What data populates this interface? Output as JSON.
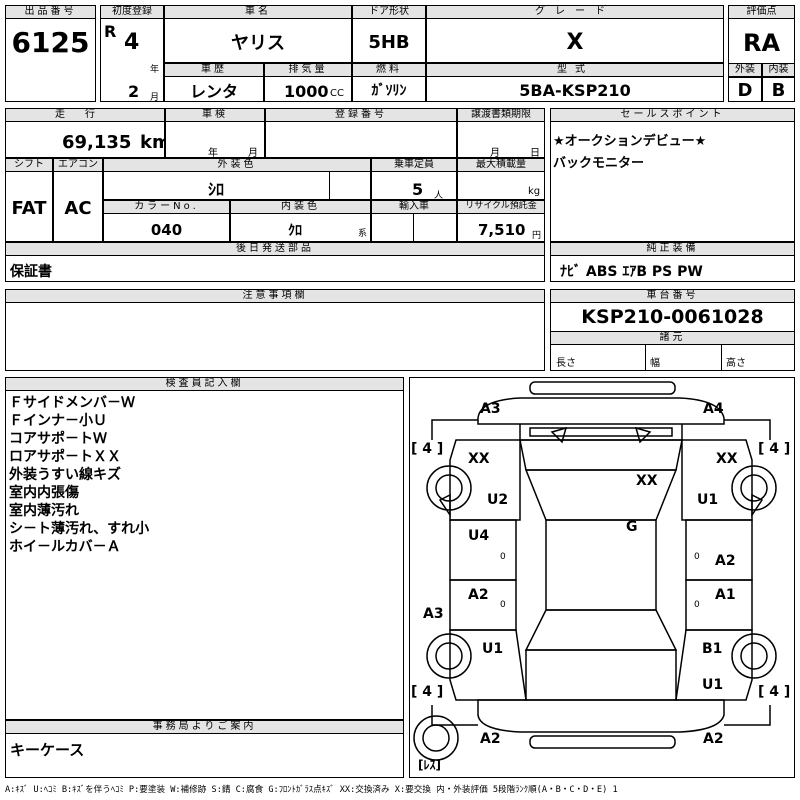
{
  "header": {
    "lot_label": "出品番号",
    "lot_number": "6125",
    "reg_label": "初度登録",
    "era": "R",
    "year": "4",
    "year_unit": "年",
    "month": "2",
    "month_unit": "月",
    "carname_label": "車名",
    "car_name": "ヤリス",
    "door_label": "ドア形状",
    "door_type": "5HB",
    "grade_label": "グレード",
    "grade": "X",
    "score_label": "評価点",
    "score": "RA",
    "history_label": "車歴",
    "history": "レンタ",
    "cc_label": "排気量",
    "cc": "1000",
    "cc_unit": "CC",
    "fuel_label": "燃料",
    "fuel": "ｶﾞｿﾘﾝ",
    "model_label": "型式",
    "model": "5BA-KSP210",
    "ext_label": "外装",
    "ext_score": "D",
    "int_label": "内装",
    "int_score": "B"
  },
  "row2": {
    "mileage_label": "走行",
    "mileage": "69,135",
    "mileage_unit": "km",
    "inspection_label": "車検",
    "insp_year_unit": "年",
    "insp_month_unit": "月",
    "plate_label": "登録番号",
    "transfer_label": "譲渡書類期限",
    "transfer_month_unit": "月",
    "transfer_day_unit": "日",
    "shift_label": "シフト",
    "shift": "FAT",
    "ac_label": "エアコン",
    "ac": "AC",
    "color_label": "外装色",
    "color": "ｼﾛ",
    "capacity_label": "乗車定員",
    "capacity": "5",
    "capacity_unit": "人",
    "load_label": "最大積載量",
    "load_unit": "kg",
    "colorno_label": "カラーNo.",
    "color_no": "040",
    "intcolor_label": "内装色",
    "int_color": "ｸﾛ",
    "int_color_unit": "系",
    "import_label": "輸入車",
    "recycle_label": "リサイクル預託金",
    "recycle": "7,510",
    "recycle_unit": "円",
    "later_label": "後日発送部品",
    "later_item": "保証書"
  },
  "sales": {
    "label": "セールスポイント",
    "lines": [
      "★オークションデビュー★",
      "バックモニター"
    ]
  },
  "equipment": {
    "label": "純正装備",
    "value": "ﾅﾋﾞ ABS ｴｱB PS PW"
  },
  "notes": {
    "label": "注意事項欄"
  },
  "chassis": {
    "label": "車台番号",
    "number": "KSP210-0061028",
    "dims_label": "諸元",
    "length_label": "長さ",
    "width_label": "幅",
    "height_label": "高さ"
  },
  "inspector": {
    "label": "検査員記入欄",
    "lines": [
      "Ｆサイドメンバ－Ｗ",
      "Ｆインナ－小Ｕ",
      "コアサポ－トＷ",
      "ロアサポ－トＸＸ",
      "外装うすい線キズ",
      "室内内張傷",
      "室内薄汚れ",
      "シ－ト薄汚れ、すれ小",
      "ホイ－ルカバ－Ａ"
    ]
  },
  "office": {
    "label": "事務局よりご案内",
    "value": "キーケース"
  },
  "diagram": {
    "marks": {
      "a3_tl": "A3",
      "a4_tr": "A4",
      "tire_fl": "[ 4 ]",
      "tire_fr": "[ 4 ]",
      "tire_rl": "[ 4 ]",
      "tire_rr": "[ 4 ]",
      "xx_fl": "XX",
      "xx_fr": "XX",
      "xx_hood": "XX",
      "u2_l": "U2",
      "u1_r": "U1",
      "g_roof": "G",
      "u4_l": "U4",
      "a2_r1": "A2",
      "a2_l": "A2",
      "a1_r": "A1",
      "a3_l": "A3",
      "u1_l": "U1",
      "b1_r": "B1",
      "u1_r2": "U1",
      "a2_bl": "A2",
      "a2_br": "A2",
      "rest": "[ﾚｽ]",
      "zero_l1": "0",
      "zero_r1": "0",
      "zero_l2": "0",
      "zero_r2": "0"
    }
  },
  "footer": {
    "legend": "A:ｷｽﾞ U:ﾍｺﾐ B:ｷｽﾞを伴うﾍｺﾐ P:要塗装 W:補修跡 S:錆 C:腐食 G:ﾌﾛﾝﾄｶﾞﾗｽ点ｷｽﾞ XX:交換済み X:要交換 内・外装評価 5段階ﾗﾝｸ順(A・B・C・D・E) 1"
  }
}
